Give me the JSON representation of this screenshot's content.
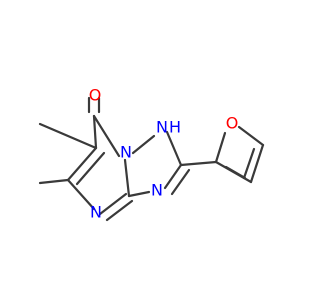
{
  "molecule": {
    "labels": {
      "carbonyl_oxygen": "O",
      "furan_oxygen": "O",
      "nh": "N",
      "nh_h": "H",
      "ring_n_top": "N",
      "ring_n_bottom": "N",
      "ring_n_right": "N"
    }
  },
  "colors": {
    "bond": "#3a3a3a",
    "oxygen": "#ff0000",
    "nitrogen": "#0000ff"
  }
}
